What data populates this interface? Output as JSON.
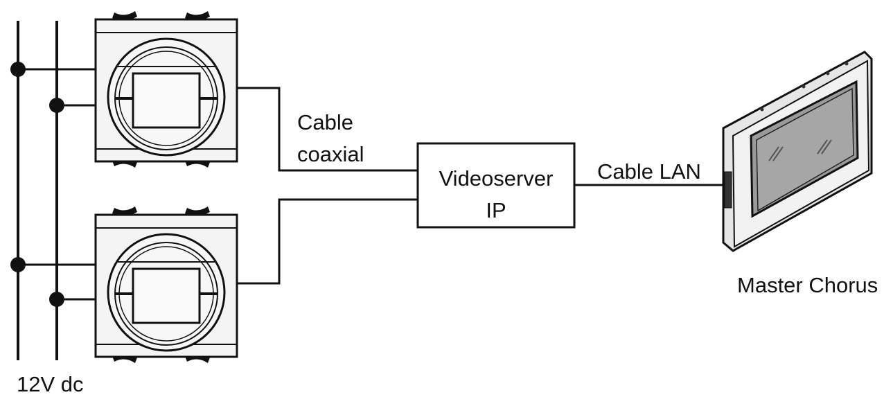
{
  "labels": {
    "cable_coax_line1": "Cable",
    "cable_coax_line2": "coaxial",
    "videoserver_line1": "Videoserver",
    "videoserver_line2": "IP",
    "cable_lan": "Cable LAN",
    "master": "Master Chorus",
    "power": "12V dc"
  },
  "colors": {
    "line": "#111111",
    "module_fill": "#f4f4f4",
    "screen_fill": "#9a9a9a"
  }
}
